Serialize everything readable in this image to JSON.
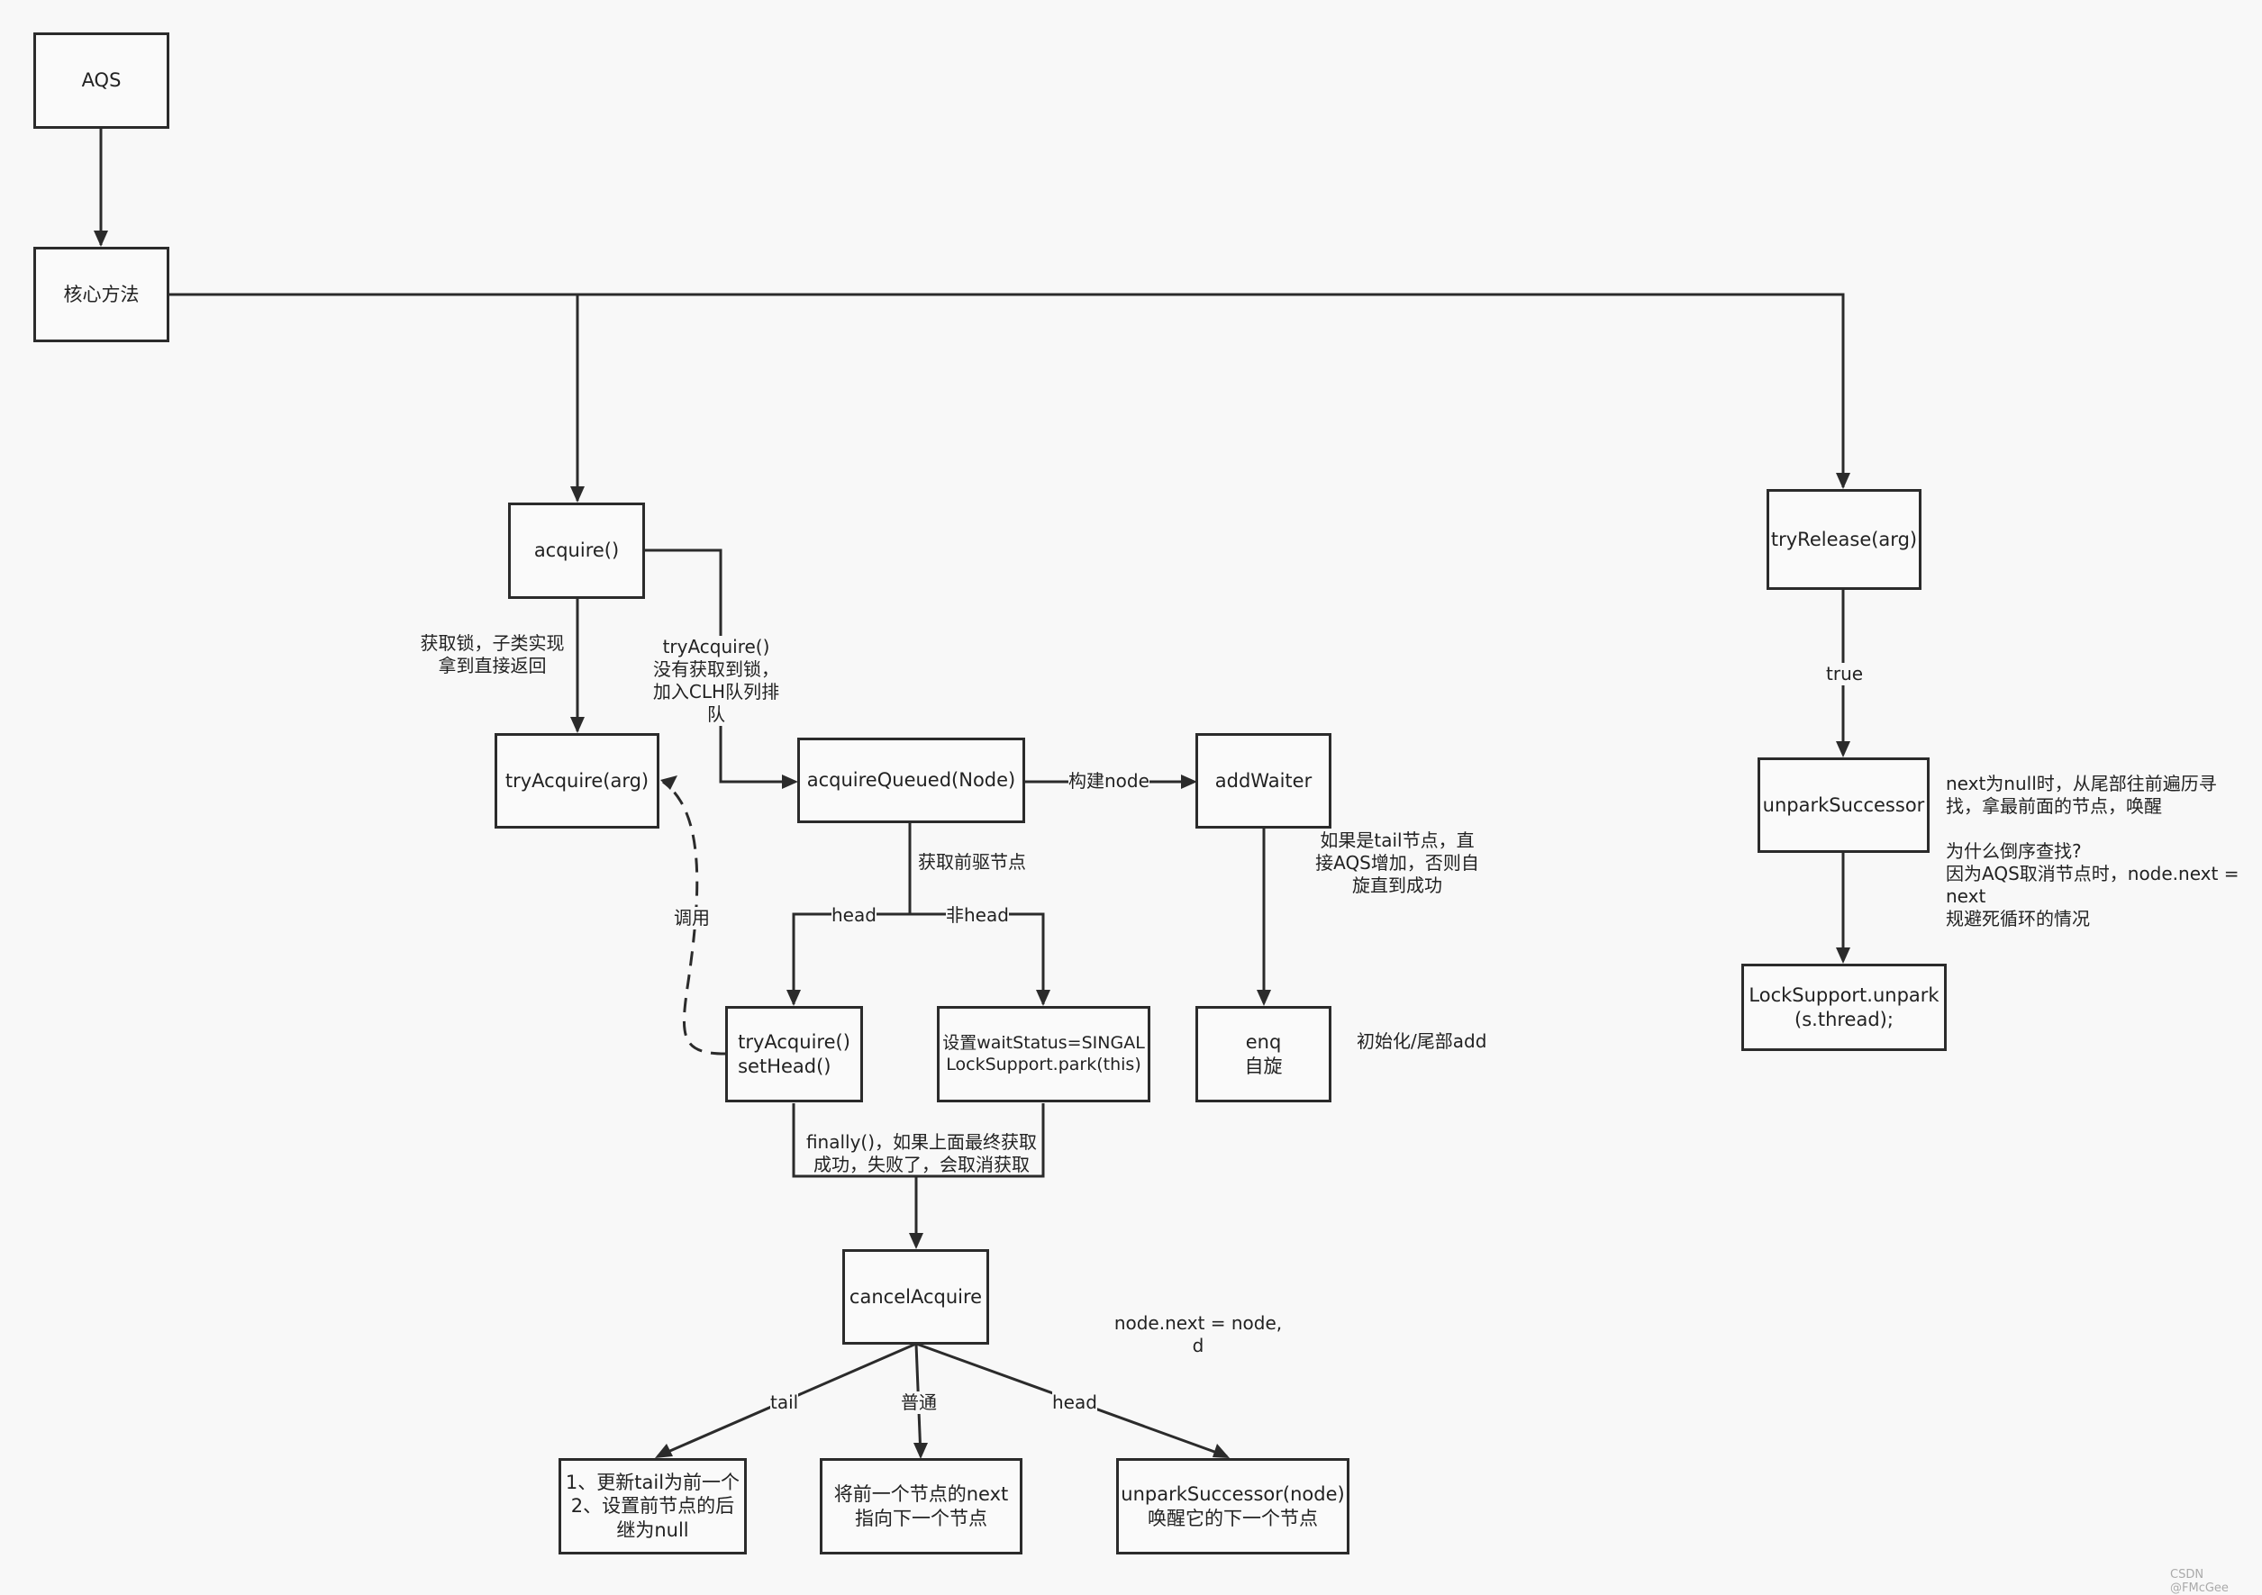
{
  "nodes": {
    "aqs": "AQS",
    "core_methods": "核心方法",
    "acquire": "acquire()",
    "try_acquire_arg": "tryAcquire(arg)",
    "acquire_queued": "acquireQueued(Node)",
    "add_waiter": "addWaiter",
    "try_acquire_set_head": "tryAcquire()\nsetHead()",
    "set_wait_status": "设置waitStatus=SINGAL\nLockSupport.park(this)",
    "enq": "enq\n自旋",
    "cancel_acquire": "cancelAcquire",
    "update_tail": "1、更新tail为前一个\n2、设置前节点的后\n继为null",
    "point_next": "将前一个节点的next\n指向下一个节点",
    "unpark_successor_node": "unparkSuccessor(node)\n唤醒它的下一个节点",
    "try_release": "tryRelease(arg)",
    "unpark_successor": "unparkSuccessor",
    "lock_support_unpark": "LockSupport.unpark\n(s.thread);"
  },
  "labels": {
    "acquire_lock_note": "获取锁，子类实现\n拿到直接返回",
    "try_acquire_fail": "tryAcquire()\n没有获取到锁，\n加入CLH队列排队",
    "build_node": "构建node",
    "get_predecessor": "获取前驱节点",
    "head": "head",
    "non_head": "非head",
    "invoke": "调用",
    "tail_note": "如果是tail节点，直\n接AQS增加，否则自\n旋直到成功",
    "init_tail_add": "初始化/尾部add",
    "finally_note": "finally()，如果上面最终获取\n成功，失败了，会取消获取",
    "node_next_note": "node.next = node,\nd",
    "cancel_tail": "tail",
    "cancel_normal": "普通",
    "cancel_head": "head",
    "true_label": "true",
    "next_null_note": "next为null时，从尾部往前遍历寻\n找，拿最前面的节点，唤醒\n\n为什么倒序查找?\n因为AQS取消节点时，node.next =\nnext\n规避死循环的情况"
  },
  "watermark": "CSDN @FMcGee"
}
